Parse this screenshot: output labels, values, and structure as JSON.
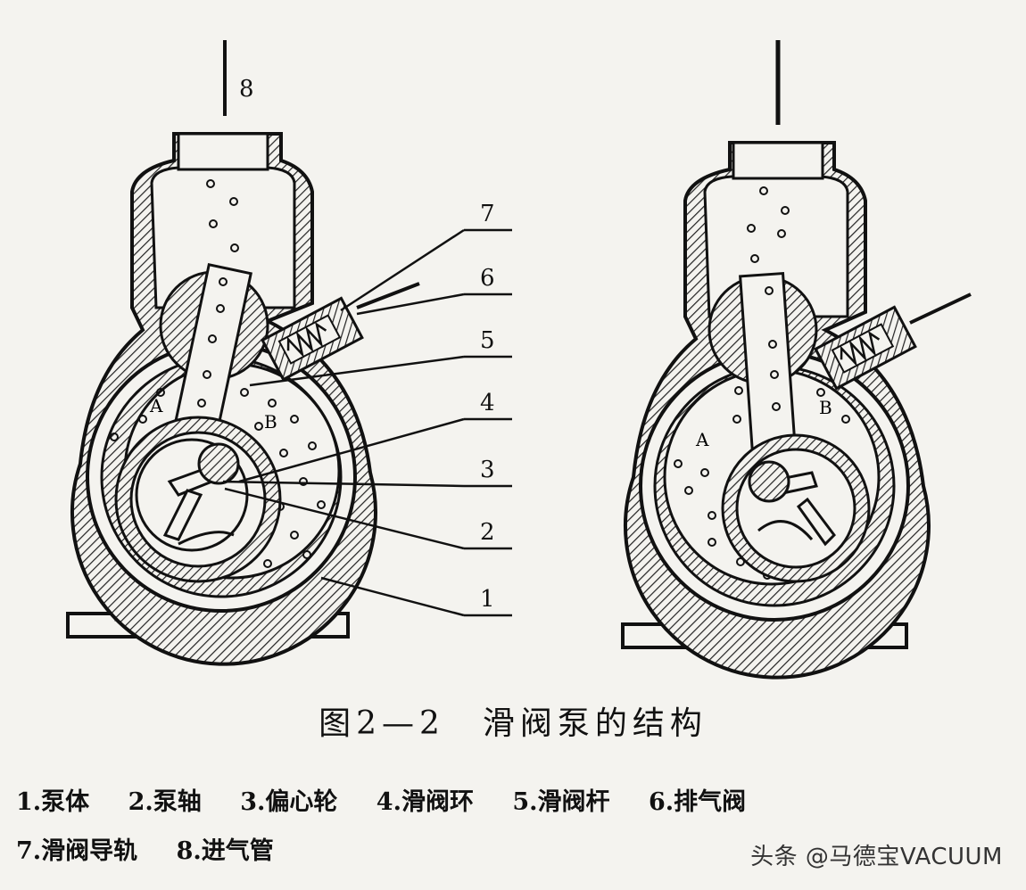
{
  "part_numbers": [
    "1",
    "2",
    "3",
    "4",
    "5",
    "6",
    "7",
    "8"
  ],
  "region_labels": {
    "a": "A",
    "b": "B"
  },
  "caption": "图2—2　滑阀泵的结构",
  "legend": {
    "item1": "1.泵体",
    "item2": "2.泵轴",
    "item3": "3.偏心轮",
    "item4": "4.滑阀环",
    "item5": "5.滑阀杆",
    "item6": "6.排气阀",
    "item7": "7.滑阀导轨",
    "item8": "8.进气管"
  },
  "watermark": "头条 @马德宝VACUUM"
}
